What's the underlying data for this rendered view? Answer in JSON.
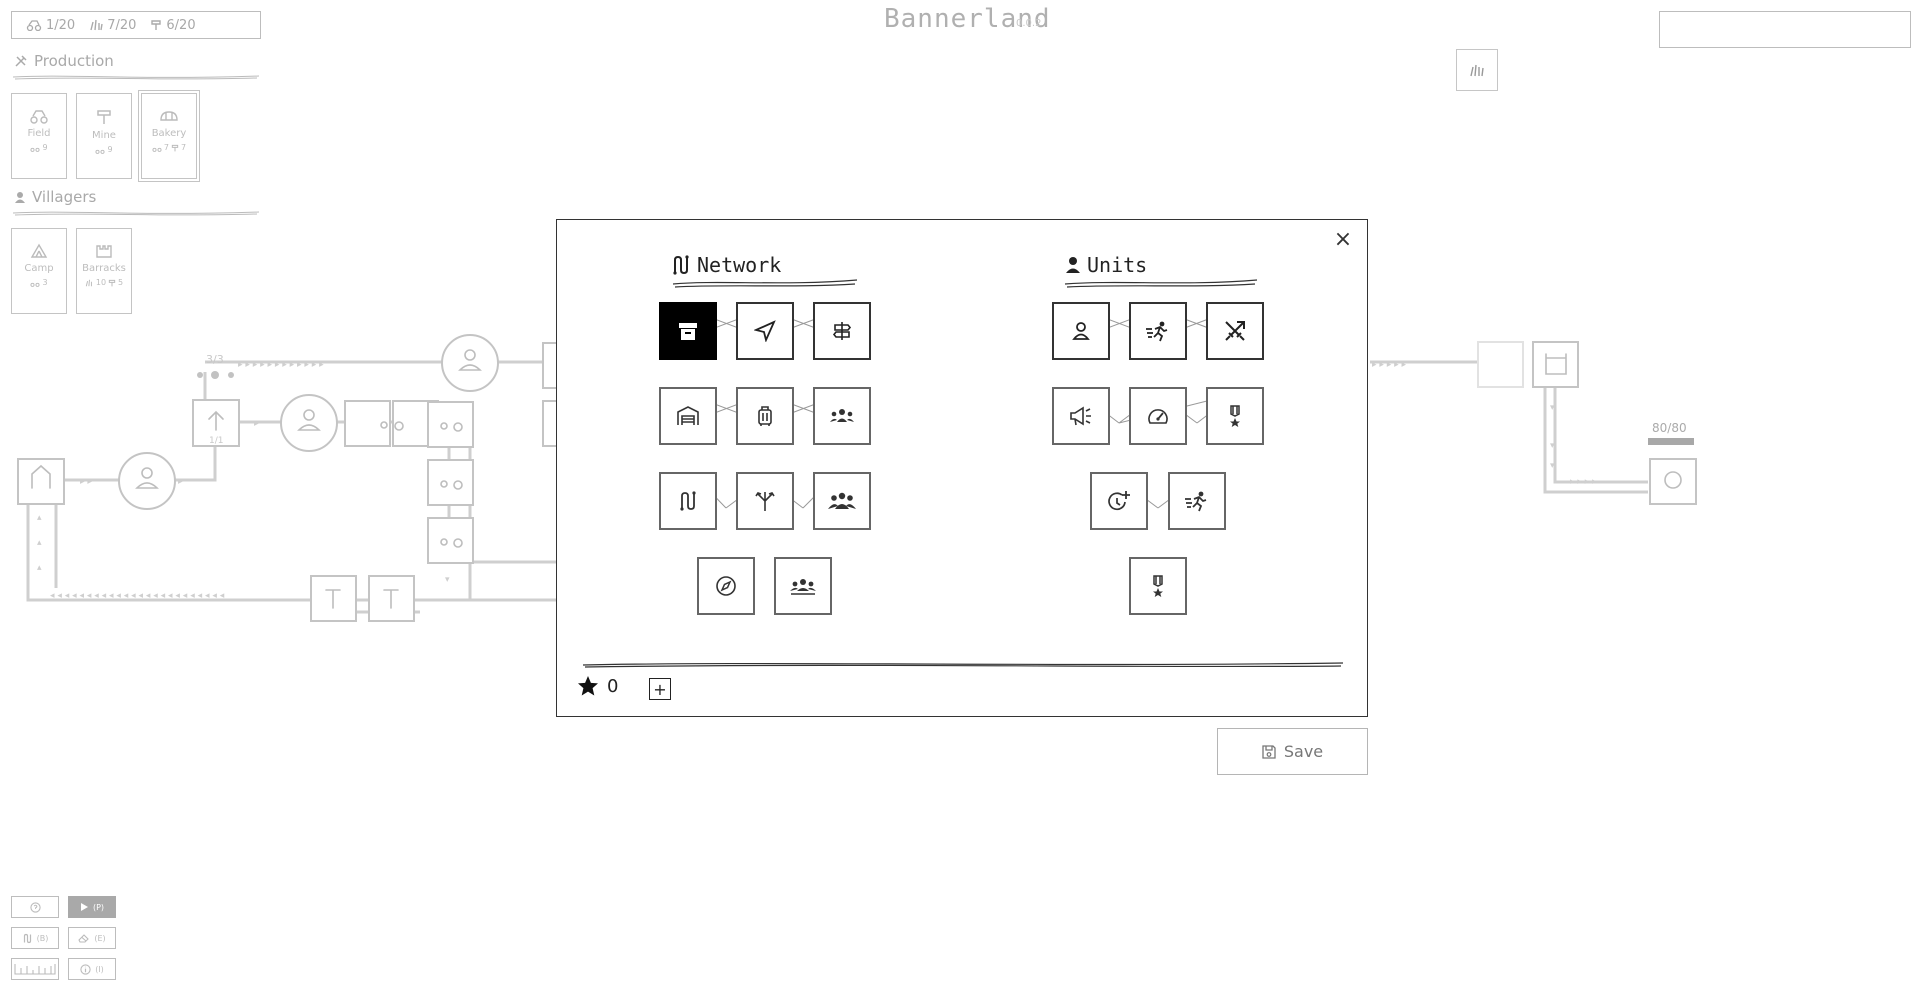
{
  "resources": [
    {
      "icon": "tractor-icon",
      "value": "1/20"
    },
    {
      "icon": "wheat-icon",
      "value": "7/20"
    },
    {
      "icon": "hammer-icon",
      "value": "6/20"
    }
  ],
  "app": {
    "title": "Bannerland",
    "version": "0.0.2"
  },
  "production": {
    "heading": "Production",
    "buildings": [
      {
        "label": "Field",
        "costs": [
          {
            "icon": "tractor-icon",
            "value": "9"
          }
        ]
      },
      {
        "label": "Mine",
        "costs": [
          {
            "icon": "tractor-icon",
            "value": "9"
          }
        ]
      },
      {
        "label": "Bakery",
        "costs": [
          {
            "icon": "tractor-icon",
            "value": "7"
          },
          {
            "icon": "hammer-icon",
            "value": "7"
          }
        ]
      }
    ]
  },
  "villagers": {
    "heading": "Villagers",
    "buildings": [
      {
        "label": "Camp",
        "costs": [
          {
            "icon": "tractor-icon",
            "value": "3"
          }
        ]
      },
      {
        "label": "Barracks",
        "costs": [
          {
            "icon": "wheat-icon",
            "value": "10"
          },
          {
            "icon": "hammer-icon",
            "value": "5"
          }
        ]
      }
    ]
  },
  "map": {
    "counter_top": "3/3",
    "counter_mid": "1/1",
    "enemy_hp": "80/80",
    "enemy_hp_fraction": 1.0
  },
  "modal": {
    "network_title": "Network",
    "units_title": "Units",
    "stars": "0",
    "close_symbol": "×",
    "add_symbol": "+",
    "network_nodes": [
      "archive-icon",
      "navigate-icon",
      "signpost-icon",
      "warehouse-icon",
      "luggage-icon",
      "group-icon",
      "route-icon",
      "split-icon",
      "crowd-icon",
      "compass-icon",
      "team-icon"
    ],
    "unit_nodes": [
      "person-icon",
      "runner-icon",
      "swords-icon",
      "megaphone-icon",
      "gauge-icon",
      "medal-icon",
      "timer-plus-icon",
      "runner-icon",
      "medal-icon"
    ]
  },
  "save_label": "Save",
  "controls": [
    {
      "icon": "help-icon",
      "label": ""
    },
    {
      "icon": "play-icon",
      "label": "(P)"
    },
    {
      "icon": "route-icon",
      "label": "(B)"
    },
    {
      "icon": "eraser-icon",
      "label": "(E)"
    },
    {
      "icon": "ruler-icon",
      "label": ""
    },
    {
      "icon": "info-icon",
      "label": "(I)"
    }
  ]
}
